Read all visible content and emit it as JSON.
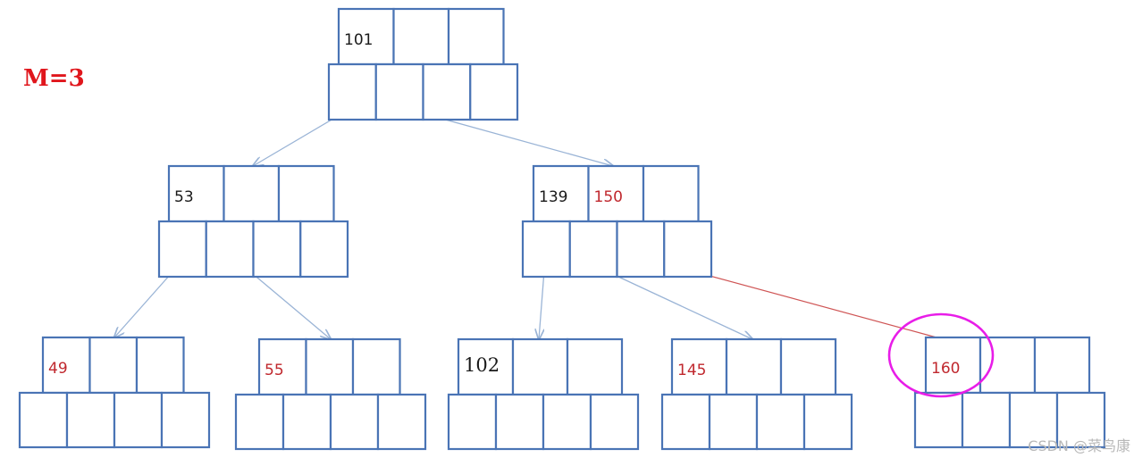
{
  "title": "M=3",
  "colors": {
    "box": "#4a74b5",
    "edge": "#9ab4d6",
    "red_edge": "#cf5555",
    "key_black": "#1a1a1a",
    "key_red": "#c0282e",
    "title": "#e0161c",
    "highlight": "#e81de8",
    "watermark": "#b8b8b8"
  },
  "nodes": [
    {
      "id": "root",
      "keys": [
        {
          "text": "101",
          "color": "black"
        },
        {
          "text": ""
        },
        {
          "text": ""
        }
      ]
    },
    {
      "id": "n53",
      "keys": [
        {
          "text": "53",
          "color": "black"
        },
        {
          "text": ""
        },
        {
          "text": ""
        }
      ]
    },
    {
      "id": "n139",
      "keys": [
        {
          "text": "139",
          "color": "black"
        },
        {
          "text": "150",
          "color": "red"
        },
        {
          "text": ""
        }
      ]
    },
    {
      "id": "n49",
      "keys": [
        {
          "text": "49",
          "color": "red"
        },
        {
          "text": ""
        },
        {
          "text": ""
        }
      ]
    },
    {
      "id": "n55",
      "keys": [
        {
          "text": "55",
          "color": "red"
        },
        {
          "text": ""
        },
        {
          "text": ""
        }
      ]
    },
    {
      "id": "n102",
      "keys": [
        {
          "text": "102",
          "color": "black",
          "serif": true
        },
        {
          "text": ""
        },
        {
          "text": ""
        }
      ]
    },
    {
      "id": "n145",
      "keys": [
        {
          "text": "145",
          "color": "red"
        },
        {
          "text": ""
        },
        {
          "text": ""
        }
      ]
    },
    {
      "id": "n160",
      "keys": [
        {
          "text": "160",
          "color": "red"
        },
        {
          "text": ""
        },
        {
          "text": ""
        }
      ],
      "highlighted": true
    }
  ],
  "edges": [
    {
      "from": "root",
      "to": "n53"
    },
    {
      "from": "root",
      "to": "n139"
    },
    {
      "from": "n53",
      "to": "n49"
    },
    {
      "from": "n53",
      "to": "n55"
    },
    {
      "from": "n139",
      "to": "n102"
    },
    {
      "from": "n139",
      "to": "n145"
    },
    {
      "from": "n139",
      "to": "n160",
      "color": "red"
    }
  ],
  "watermark": "CSDN @菜鸟康"
}
